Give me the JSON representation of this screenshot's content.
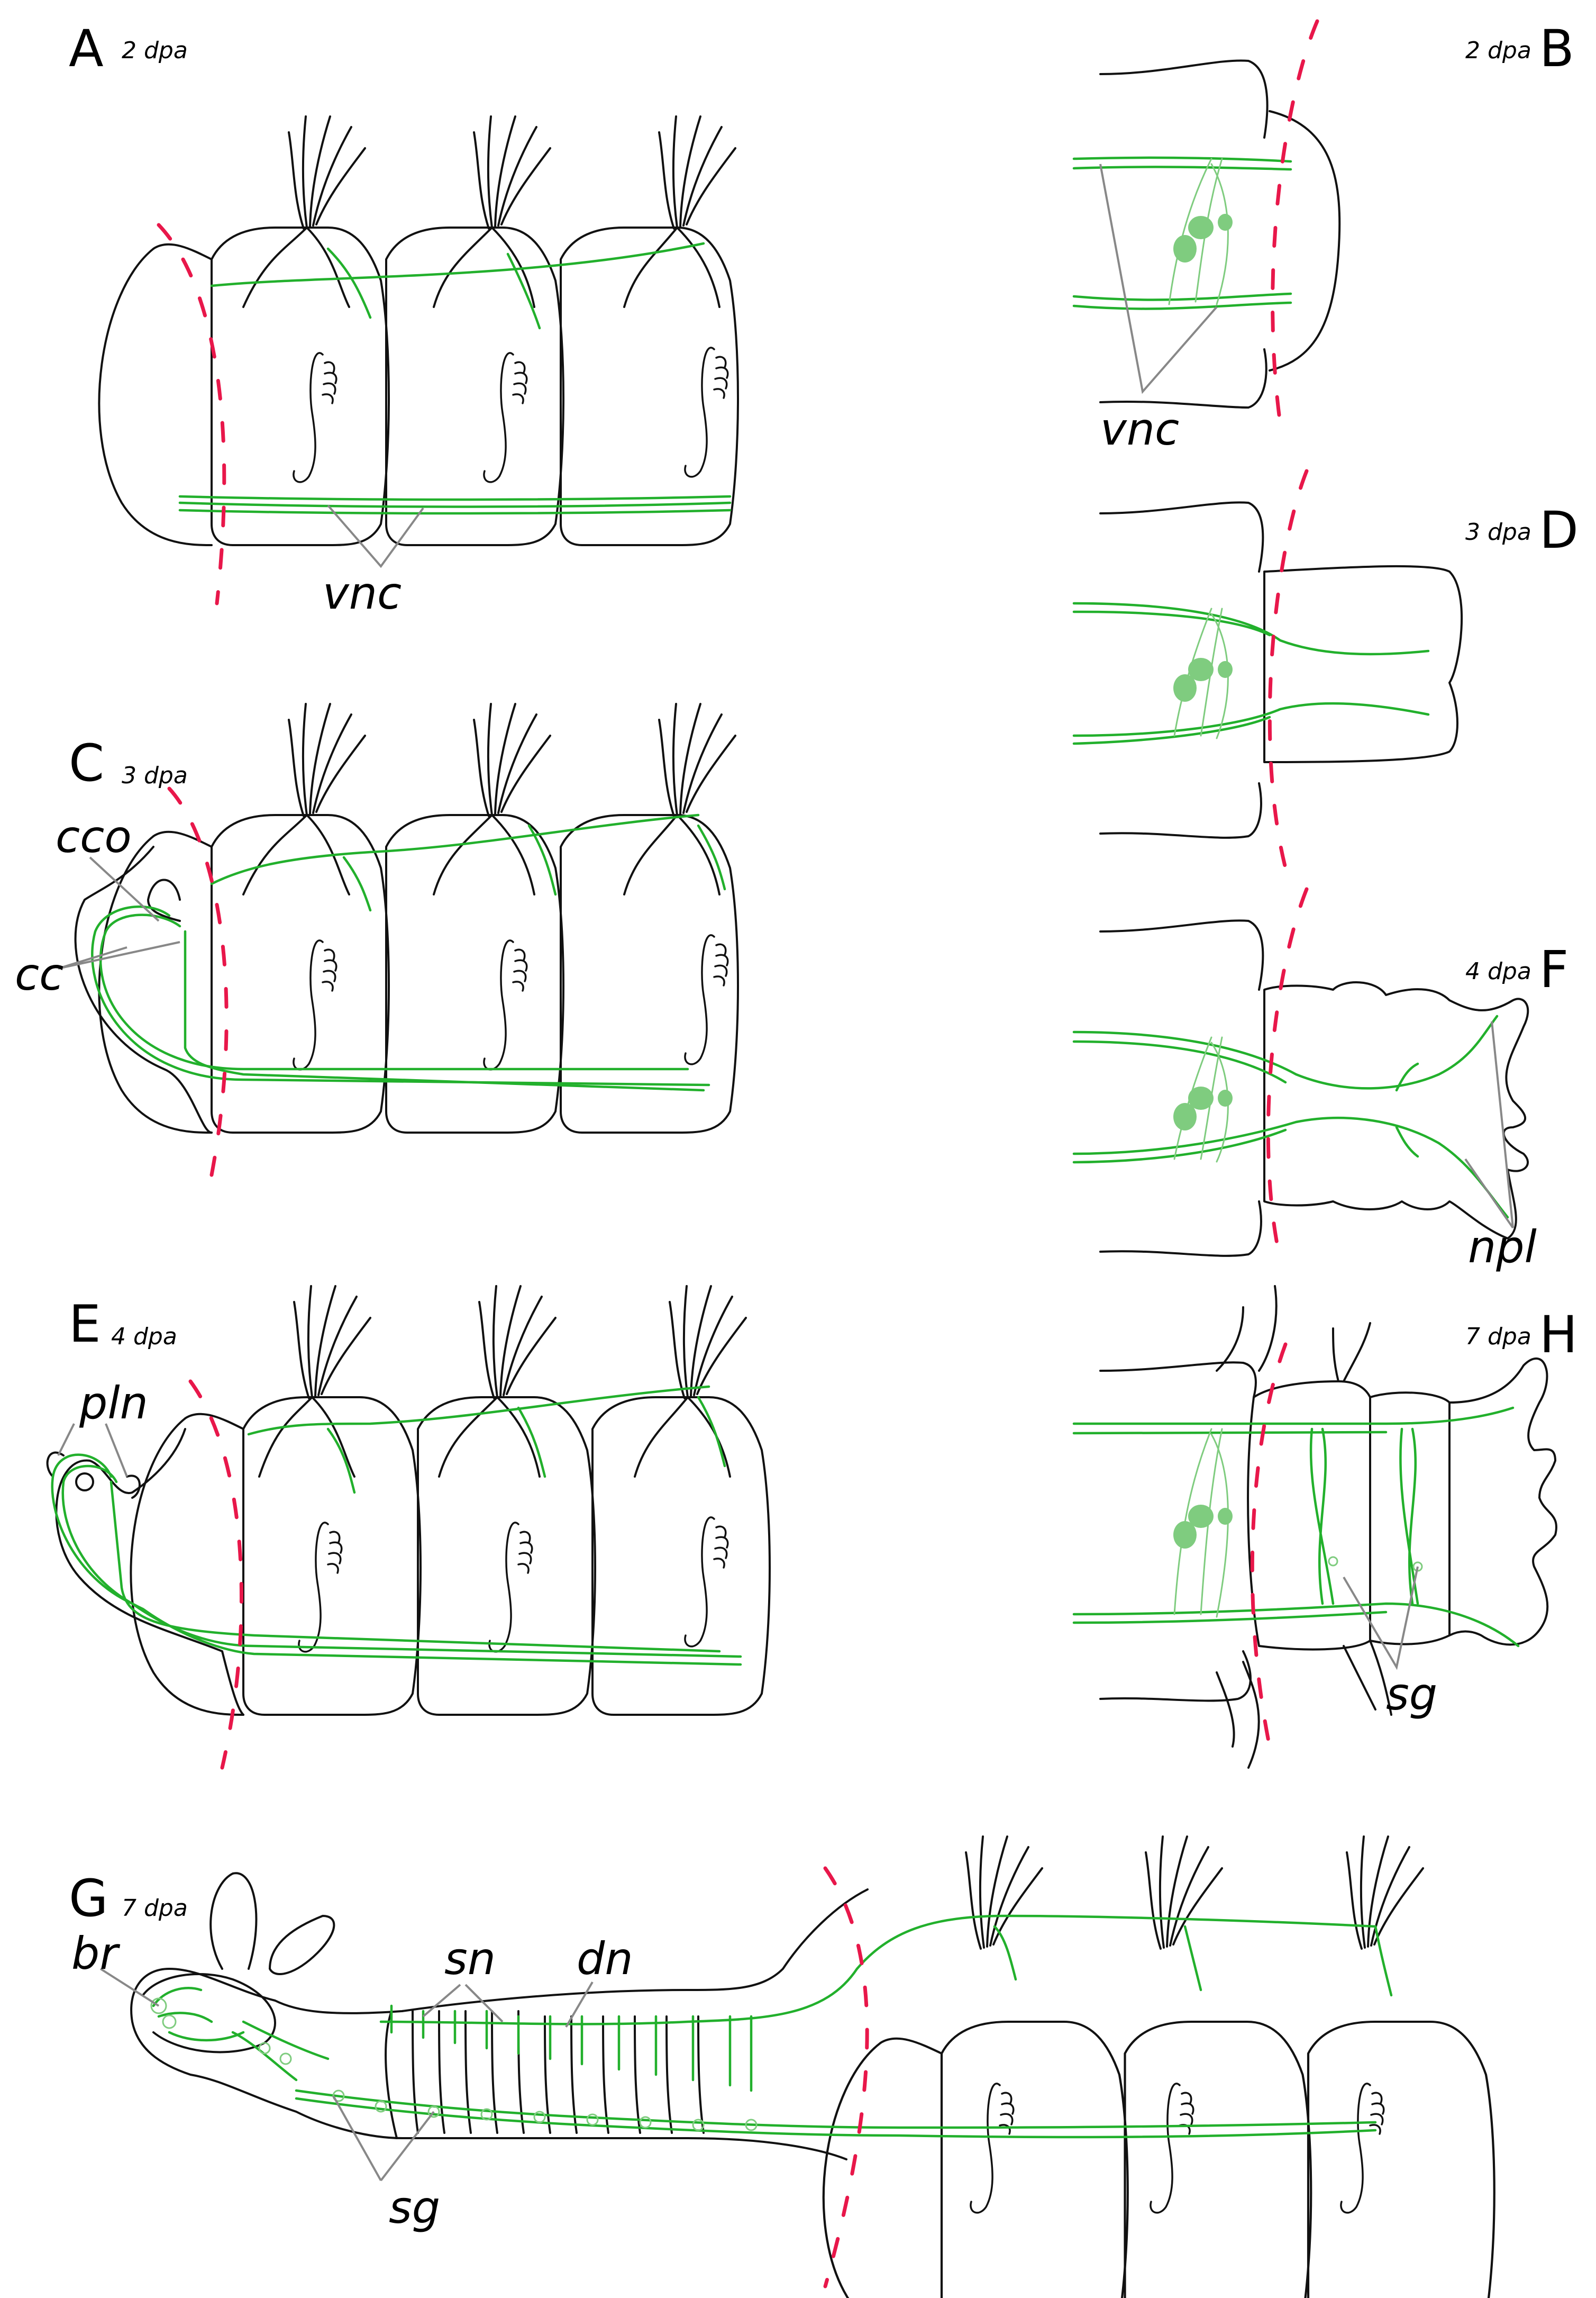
{
  "panels": [
    {
      "letter": "A",
      "stage": "2 dpa"
    },
    {
      "letter": "B",
      "stage": "2 dpa"
    },
    {
      "letter": "C",
      "stage": "3 dpa"
    },
    {
      "letter": "D",
      "stage": "3 dpa"
    },
    {
      "letter": "E",
      "stage": "4 dpa"
    },
    {
      "letter": "F",
      "stage": "4 dpa"
    },
    {
      "letter": "G",
      "stage": "7 dpa"
    },
    {
      "letter": "H",
      "stage": "7 dpa"
    }
  ],
  "labels": {
    "vnc": "vnc",
    "cco": "cco",
    "cc": "cc",
    "pln": "pln",
    "npl": "npl",
    "sg": "sg",
    "br": "br",
    "sn": "sn",
    "dn": "dn"
  },
  "colors": {
    "nerve": "#22b02c",
    "neuron_cell": "#7fcc7f",
    "amputation_plane": "#e8174a",
    "outline": "#111111",
    "leader_line": "#888888"
  }
}
